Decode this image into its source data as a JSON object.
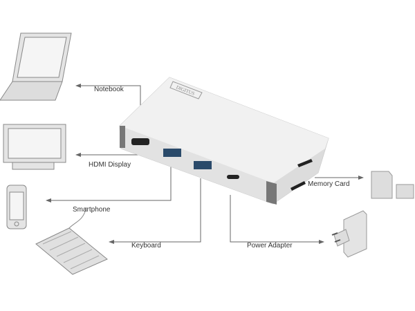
{
  "brand": "DIGITUS",
  "labels": {
    "notebook": "Notebook",
    "hdmi": "HDMI Display",
    "smartphone": "Smartphone",
    "keyboard": "Keyboard",
    "memory": "Memory Card",
    "power": "Power Adapter"
  },
  "colors": {
    "line": "#666666",
    "device": "#d8d8d8",
    "hub": "#ececec"
  }
}
